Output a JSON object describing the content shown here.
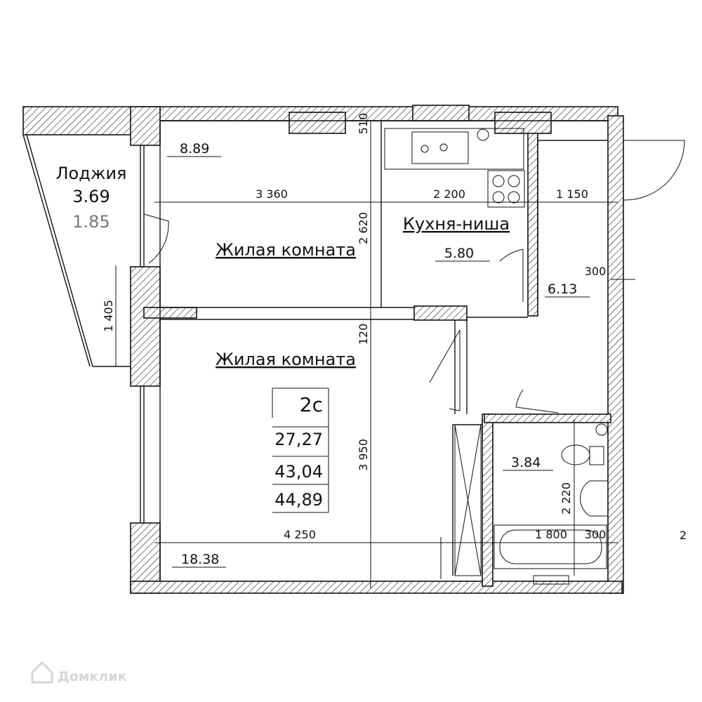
{
  "rooms": {
    "loggia": {
      "name": "Лоджия",
      "area": "3.69",
      "reduced_area": "1.85"
    },
    "living_top": {
      "name": "Жилая комната",
      "area": "8.89"
    },
    "kitchen": {
      "name": "Кухня-ниша",
      "area": "5.80"
    },
    "hall": {
      "area": "6.13"
    },
    "living_bottom": {
      "name": "Жилая комната",
      "area": "18.38"
    },
    "bath": {
      "area": "3.84"
    }
  },
  "dimensions": {
    "d3360": "3 360",
    "d2200": "2 200",
    "d1150": "1 150",
    "d2620": "2 620",
    "d510": "510",
    "d300a": "300",
    "d1405": "1 405",
    "d120": "120",
    "d3950": "3 950",
    "d4250": "4 250",
    "d2220": "2 220",
    "d1800": "1 800",
    "d300b": "300",
    "edge2": "2"
  },
  "summary": {
    "type": "2с",
    "living_area": "27,27",
    "total_area": "43,04",
    "total_with_loggia": "44,89"
  },
  "watermark": "Домклик"
}
